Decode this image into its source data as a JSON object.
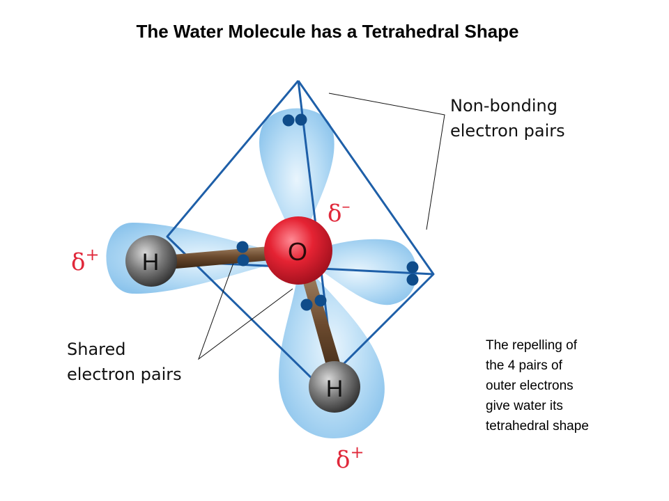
{
  "title": "The Water Molecule has a Tetrahedral Shape",
  "labels": {
    "nonbonding": [
      "Non-bonding",
      "electron pairs"
    ],
    "shared": [
      "Shared",
      "electron pairs"
    ]
  },
  "note": [
    "The repelling of",
    "the 4 pairs of",
    "outer electrons",
    "give water its",
    "tetrahedral shape"
  ],
  "atoms": {
    "oxygen": "O",
    "hydrogen_left": "H",
    "hydrogen_bottom": "H"
  },
  "charges": {
    "delta_minus": "δ",
    "delta_minus_sign": "–",
    "delta_plus": "δ",
    "delta_plus_sign": "+"
  },
  "colors": {
    "tetrahedron_edge": "#1e5fa8",
    "orbital": "#a9d4f2",
    "electron": "#0f4c8a",
    "oxygen": "#d81e2e",
    "hydrogen": "#6f6f6f",
    "bond": "#6b4a2e",
    "charge_text": "#e0283a"
  }
}
